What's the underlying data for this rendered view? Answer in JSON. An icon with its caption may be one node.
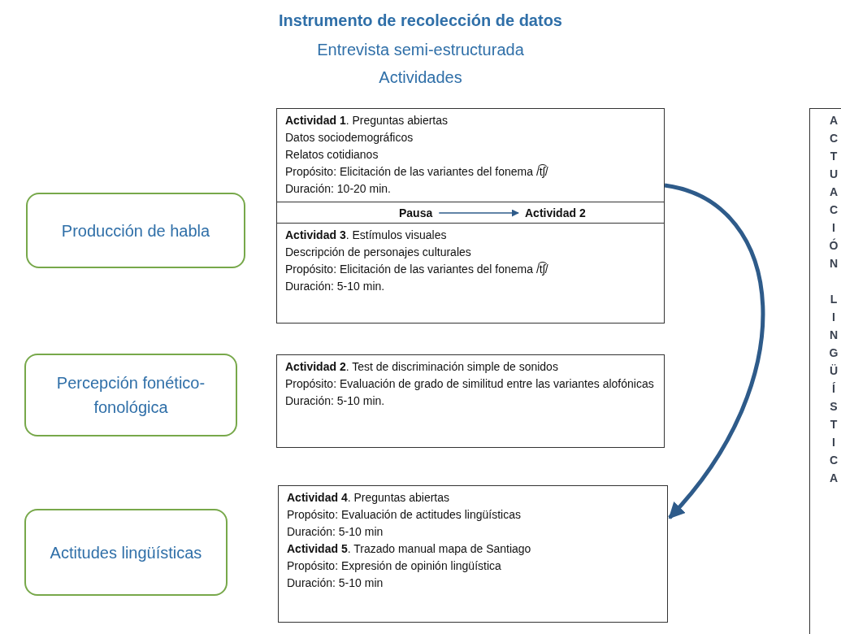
{
  "diagram": {
    "title": "Instrumento de recolección de datos",
    "nodes": [
      {
        "text": [
          "Producción de habla"
        ]
      },
      {
        "text": [
          "**Actividad 1**. Preguntas abiertas",
          "Datos sociodemográficos",
          "Relatos cotidianos",
          "Propósito: Elicitación de las variantes del fonema /t͡ʃ/",
          "Duración: 10-20 min.",
          "**Actividad 3**.  Estímulos visuales",
          "Descripción de personajes culturales",
          "Propósito: Elicitación de las variantes del fonema /t͡ʃ/",
          "Duración: 5-10 min."
        ]
      },
      {
        "text": [],
        "shape": "box",
        "in": 1
      },
      {
        "text": [
          "Pausa"
        ],
        "in": 2
      },
      {
        "text": [
          "Actividad 2"
        ],
        "in": 2
      },
      {
        "text": [
          "Percepción fonético-fonológica"
        ]
      },
      {
        "text": [
          "**Actividad 2**. Test de discriminación simple de sonidos",
          "Propósito: Evaluación de grado de similitud entre las variantes alofónicas",
          "Duración: 5-10 min."
        ]
      },
      {
        "text": [
          "Actitudes lingüísticas"
        ]
      },
      {
        "text": [
          "**Actividad 4**. Preguntas abiertas",
          "Propósito: Evaluación de actitudes lingüísticas",
          "Duración: 5-10 min",
          "**Actividad 5**. Trazado manual mapa de Santiago",
          "Propósito: Expresión de opinión lingüística",
          "Duración: 5-10 min"
        ]
      },
      {
        "text": [
          "ACTUACIÓN LINGÜÍSTICA"
        ]
      }
    ],
    "edges": [
      {
        "from": 3,
        "to": 4,
        "arrow": "to"
      },
      {
        "from": 1,
        "to": 8,
        "arrow": "to",
        "style": "thick"
      }
    ],
    "labels": [
      "Entrevista semi-estructurada",
      "Actividades"
    ]
  }
}
